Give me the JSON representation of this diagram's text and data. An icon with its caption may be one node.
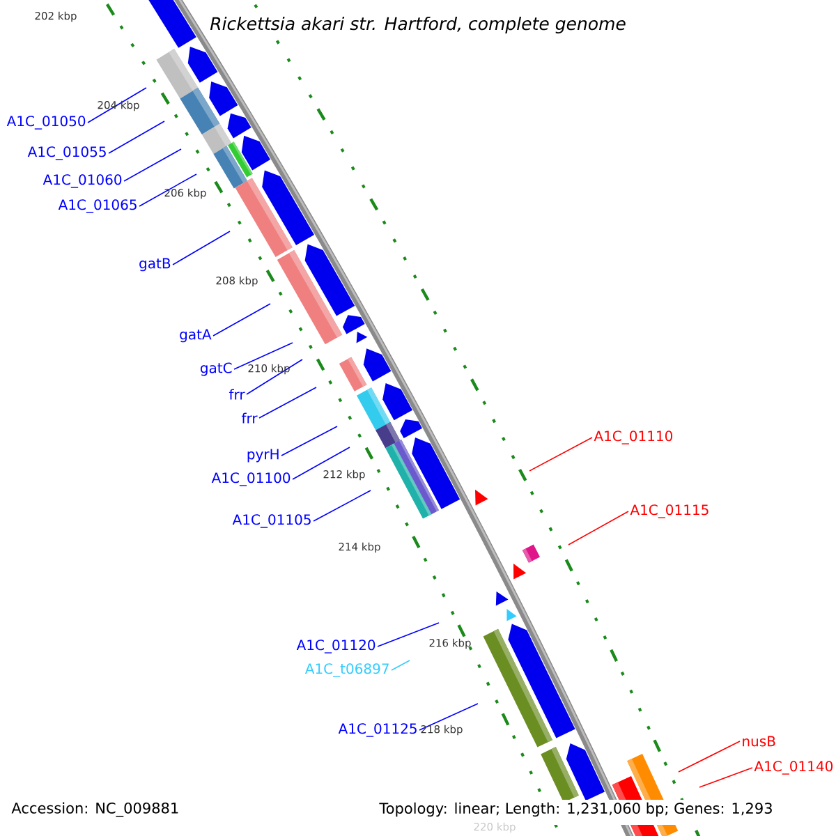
{
  "diagram": {
    "title": "Rickettsia akari str. Hartford, complete genome",
    "nodes": [
      {
        "text": [
          "A1C_01050"
        ]
      },
      {
        "text": [
          "A1C_01055"
        ]
      },
      {
        "text": [
          "A1C_01060"
        ]
      },
      {
        "text": [
          "A1C_01065"
        ]
      },
      {
        "text": [
          "gatB"
        ]
      },
      {
        "text": [
          "gatA"
        ]
      },
      {
        "text": [
          "gatC"
        ]
      },
      {
        "text": [
          "frr"
        ]
      },
      {
        "text": [
          "frr"
        ]
      },
      {
        "text": [
          "A1C_01110"
        ]
      },
      {
        "text": [
          "pyrH"
        ]
      },
      {
        "text": [
          "A1C_01100"
        ]
      },
      {
        "text": [
          "A1C_01115"
        ]
      },
      {
        "text": [
          "A1C_01105"
        ]
      },
      {
        "text": [
          "A1C_01120"
        ]
      },
      {
        "text": [
          "A1C_t06897"
        ]
      },
      {
        "text": [
          "A1C_01125"
        ]
      },
      {
        "text": [
          "nusB"
        ]
      },
      {
        "text": [
          "A1C_01140"
        ]
      }
    ],
    "edges": [
      {
        "from": 0,
        "to": null,
        "arrow": "none"
      },
      {
        "from": 1,
        "to": null,
        "arrow": "none"
      },
      {
        "from": 2,
        "to": null,
        "arrow": "none"
      },
      {
        "from": 3,
        "to": null,
        "arrow": "none"
      },
      {
        "from": 4,
        "to": null,
        "arrow": "none"
      },
      {
        "from": 5,
        "to": null,
        "arrow": "none"
      },
      {
        "from": 6,
        "to": null,
        "arrow": "none"
      },
      {
        "from": 7,
        "to": null,
        "arrow": "none"
      },
      {
        "from": 8,
        "to": null,
        "arrow": "none"
      },
      {
        "from": 9,
        "to": null,
        "arrow": "none",
        "color": "#ff0000"
      },
      {
        "from": 10,
        "to": null,
        "arrow": "none"
      },
      {
        "from": 11,
        "to": null,
        "arrow": "none"
      },
      {
        "from": 12,
        "to": null,
        "arrow": "none",
        "color": "#ff0000"
      },
      {
        "from": 13,
        "to": null,
        "arrow": "none"
      },
      {
        "from": 14,
        "to": null,
        "arrow": "none"
      },
      {
        "from": 15,
        "to": null,
        "arrow": "none",
        "color": "#33ccff"
      },
      {
        "from": 16,
        "to": null,
        "arrow": "none"
      },
      {
        "from": 17,
        "to": null,
        "arrow": "none",
        "color": "#ff0000"
      },
      {
        "from": 18,
        "to": null,
        "arrow": "none",
        "color": "#ff0000"
      }
    ],
    "labels": [
      "202 kbp",
      "204 kbp",
      "206 kbp",
      "208 kbp",
      "210 kbp",
      "212 kbp",
      "214 kbp",
      "216 kbp",
      "218 kbp",
      "220 kbp",
      "Accession: NC_009881",
      "Topology: linear; Length: 1,231,060 bp; Genes: 1,293"
    ]
  }
}
